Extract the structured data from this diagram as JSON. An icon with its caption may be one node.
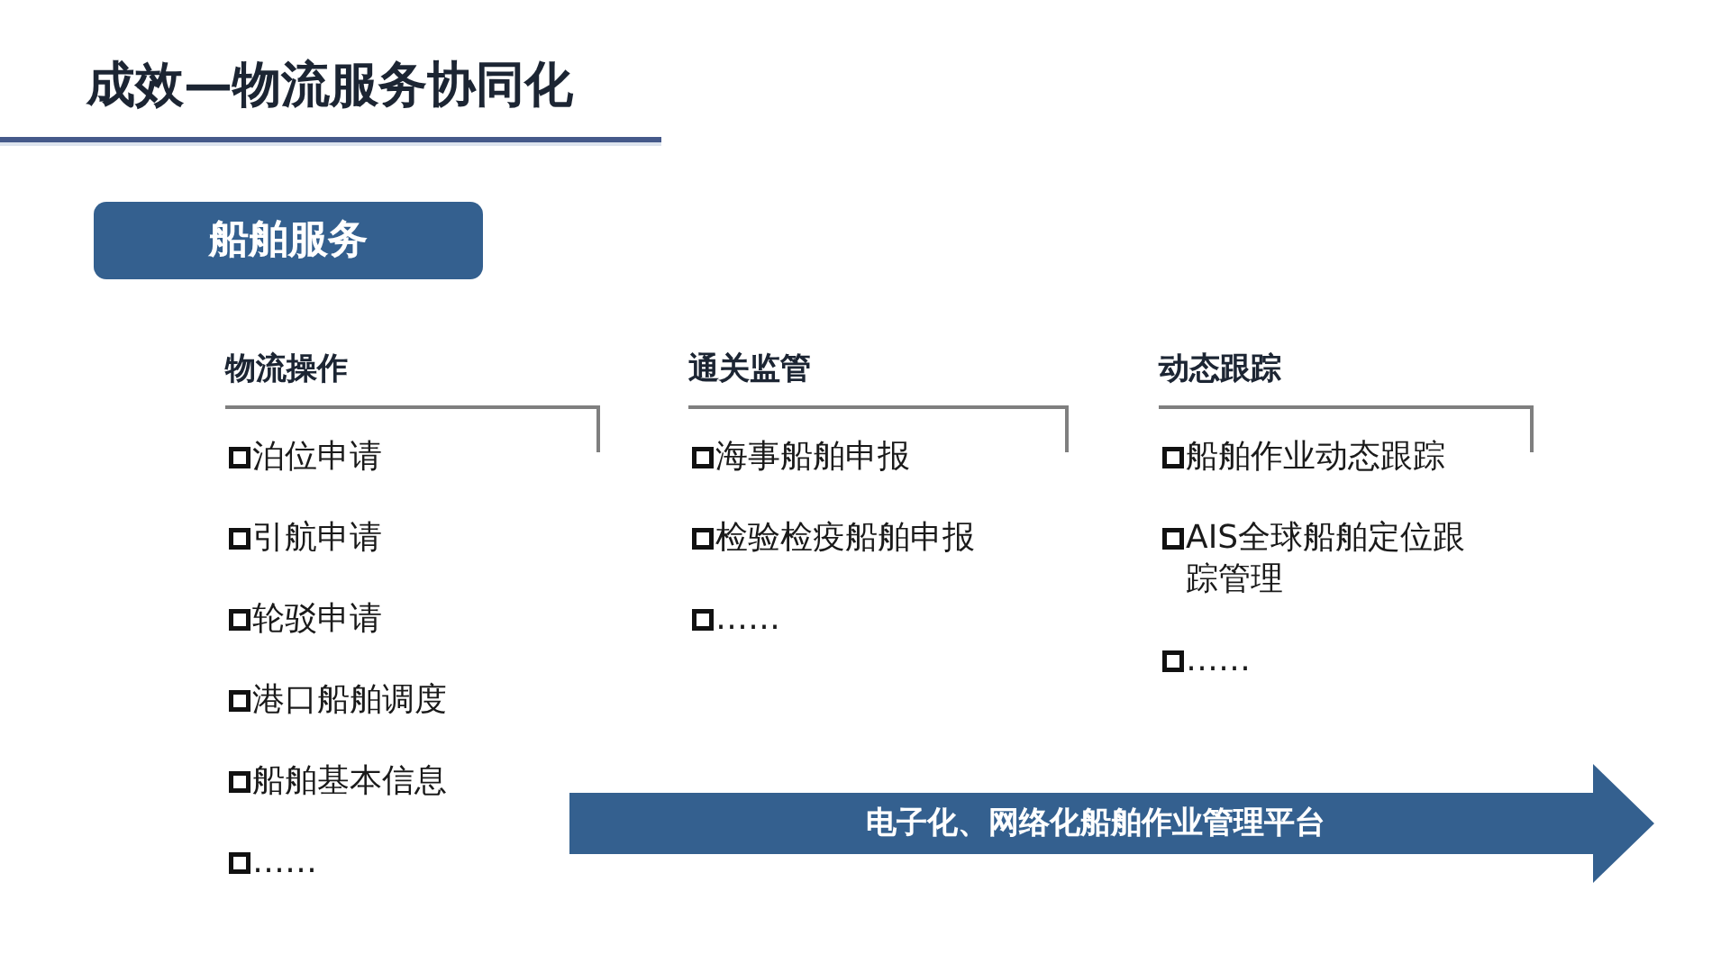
{
  "diagram": {
    "title": "成效—物流服务协同化",
    "nodes": [
      {
        "text": [
          "船舶服务"
        ]
      },
      {
        "text": [
          "电子化、网络化船舶作业管理平台"
        ]
      }
    ],
    "labels": [
      "物流操作",
      "泊位申请",
      "引航申请",
      "轮驳申请",
      "港口船舶调度",
      "船舶基本信息",
      "……",
      "通关监管",
      "海事船舶申报",
      "检验检疫船舶申报",
      "……",
      "动态跟踪",
      "船舶作业动态跟踪",
      "AIS全球船舶定位跟踪管理",
      "……"
    ]
  }
}
